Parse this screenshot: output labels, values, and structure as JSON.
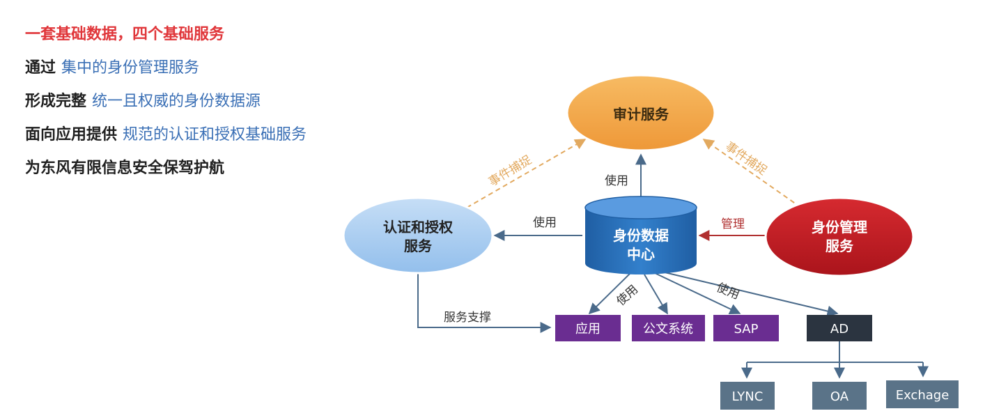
{
  "intro": {
    "headline": "一套基础数据，四个基础服务",
    "lines": [
      {
        "lead": "通过",
        "highlight": "集中的身份管理服务"
      },
      {
        "lead": "形成完整",
        "highlight": "统一且权威的身份数据源"
      },
      {
        "lead": "面向应用提供",
        "highlight": "规范的认证和授权基础服务"
      },
      {
        "lead": "为东风有限信息安全保驾护航",
        "highlight": ""
      }
    ]
  },
  "nodes": {
    "audit": "审计服务",
    "auth_line1": "认证和授权",
    "auth_line2": "服务",
    "datacenter_line1": "身份数据",
    "datacenter_line2": "中心",
    "idm_line1": "身份管理",
    "idm_line2": "服务"
  },
  "edges": {
    "event_capture_left": "事件捕捉",
    "event_capture_right": "事件捕捉",
    "use_audit": "使用",
    "use_auth": "使用",
    "manage": "管理",
    "use_apps_1": "使用",
    "use_apps_2": "使用",
    "service_support": "服务支撑"
  },
  "apps": {
    "app": "应用",
    "docs": "公文系统",
    "sap": "SAP",
    "ad": "AD"
  },
  "ad_children": {
    "lync": "LYNC",
    "oa": "OA",
    "exchange": "Exchage"
  },
  "colors": {
    "headline": "#e0363a",
    "highlight": "#3a6fb5",
    "audit": "#f2a54a",
    "auth": "#a9cdf2",
    "datacenter": "#2a6fb8",
    "idm": "#c21f26",
    "app_box": "#6a2d91",
    "ad_box": "#2b3440",
    "child_box": "#5a7388",
    "dashed": "#e2a95f"
  }
}
